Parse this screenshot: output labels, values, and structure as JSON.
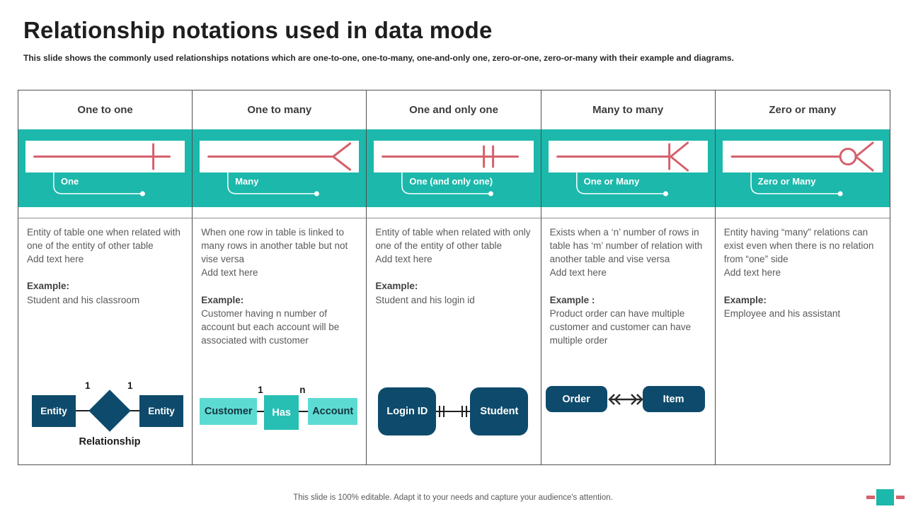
{
  "title": "Relationship notations used in data mode",
  "subtitle": "This slide shows the commonly used relationships notations which are one-to-one, one-to-many, one-and-only one, zero-or-one, zero-or-many with their example and diagrams.",
  "footer": "This slide is 100% editable. Adapt it to your needs and capture your audience's attention.",
  "colors": {
    "teal": "#1CB8AB",
    "light_teal": "#5CDBD3",
    "mid_teal": "#27BFB3",
    "navy": "#0E4A6B",
    "red": "#D5616C",
    "title_color": "#1E1E20"
  },
  "columns": [
    {
      "header": "One to one",
      "callout_label": "One",
      "description": "Entity of table one when related with one of the entity of other table",
      "add_text": "Add text here",
      "example_label": "Example:",
      "example": "Student and his classroom",
      "diagram": {
        "left": "Entity",
        "right": "Entity",
        "left_num": "1",
        "right_num": "1",
        "caption": "Relationship"
      }
    },
    {
      "header": "One to many",
      "callout_label": "Many",
      "description": "When one row in table  is linked to many rows in another table but not vise versa",
      "add_text": "Add text here",
      "example_label": "Example:",
      "example": "Customer having n number of account but each account will be associated with customer",
      "diagram": {
        "left": "Customer",
        "middle": "Has",
        "right": "Account",
        "left_num": "1",
        "right_num": "n"
      }
    },
    {
      "header": "One and only one",
      "callout_label": "One (and only  one)",
      "description": "Entity of table when related with only one of the entity of other table",
      "add_text": "Add text here",
      "example_label": "Example:",
      "example": "Student and his login id",
      "diagram": {
        "left": "Login ID",
        "right": "Student"
      }
    },
    {
      "header": "Many to many",
      "callout_label": "One or Many",
      "description": "Exists when a ‘n’ number of rows in table  has ‘m’ number of relation with another table  and vise versa",
      "add_text": "Add text here",
      "example_label": "Example :",
      "example": "Product order can have multiple customer and customer can have multiple order",
      "diagram": {
        "left": "Order",
        "right": "Item"
      }
    },
    {
      "header": "Zero or many",
      "callout_label": "Zero or Many",
      "description": "Entity having “many” relations can exist even when there is no relation from “one” side",
      "add_text": "Add text here",
      "example_label": "Example:",
      "example": "Employee and his assistant",
      "diagram": null
    }
  ]
}
